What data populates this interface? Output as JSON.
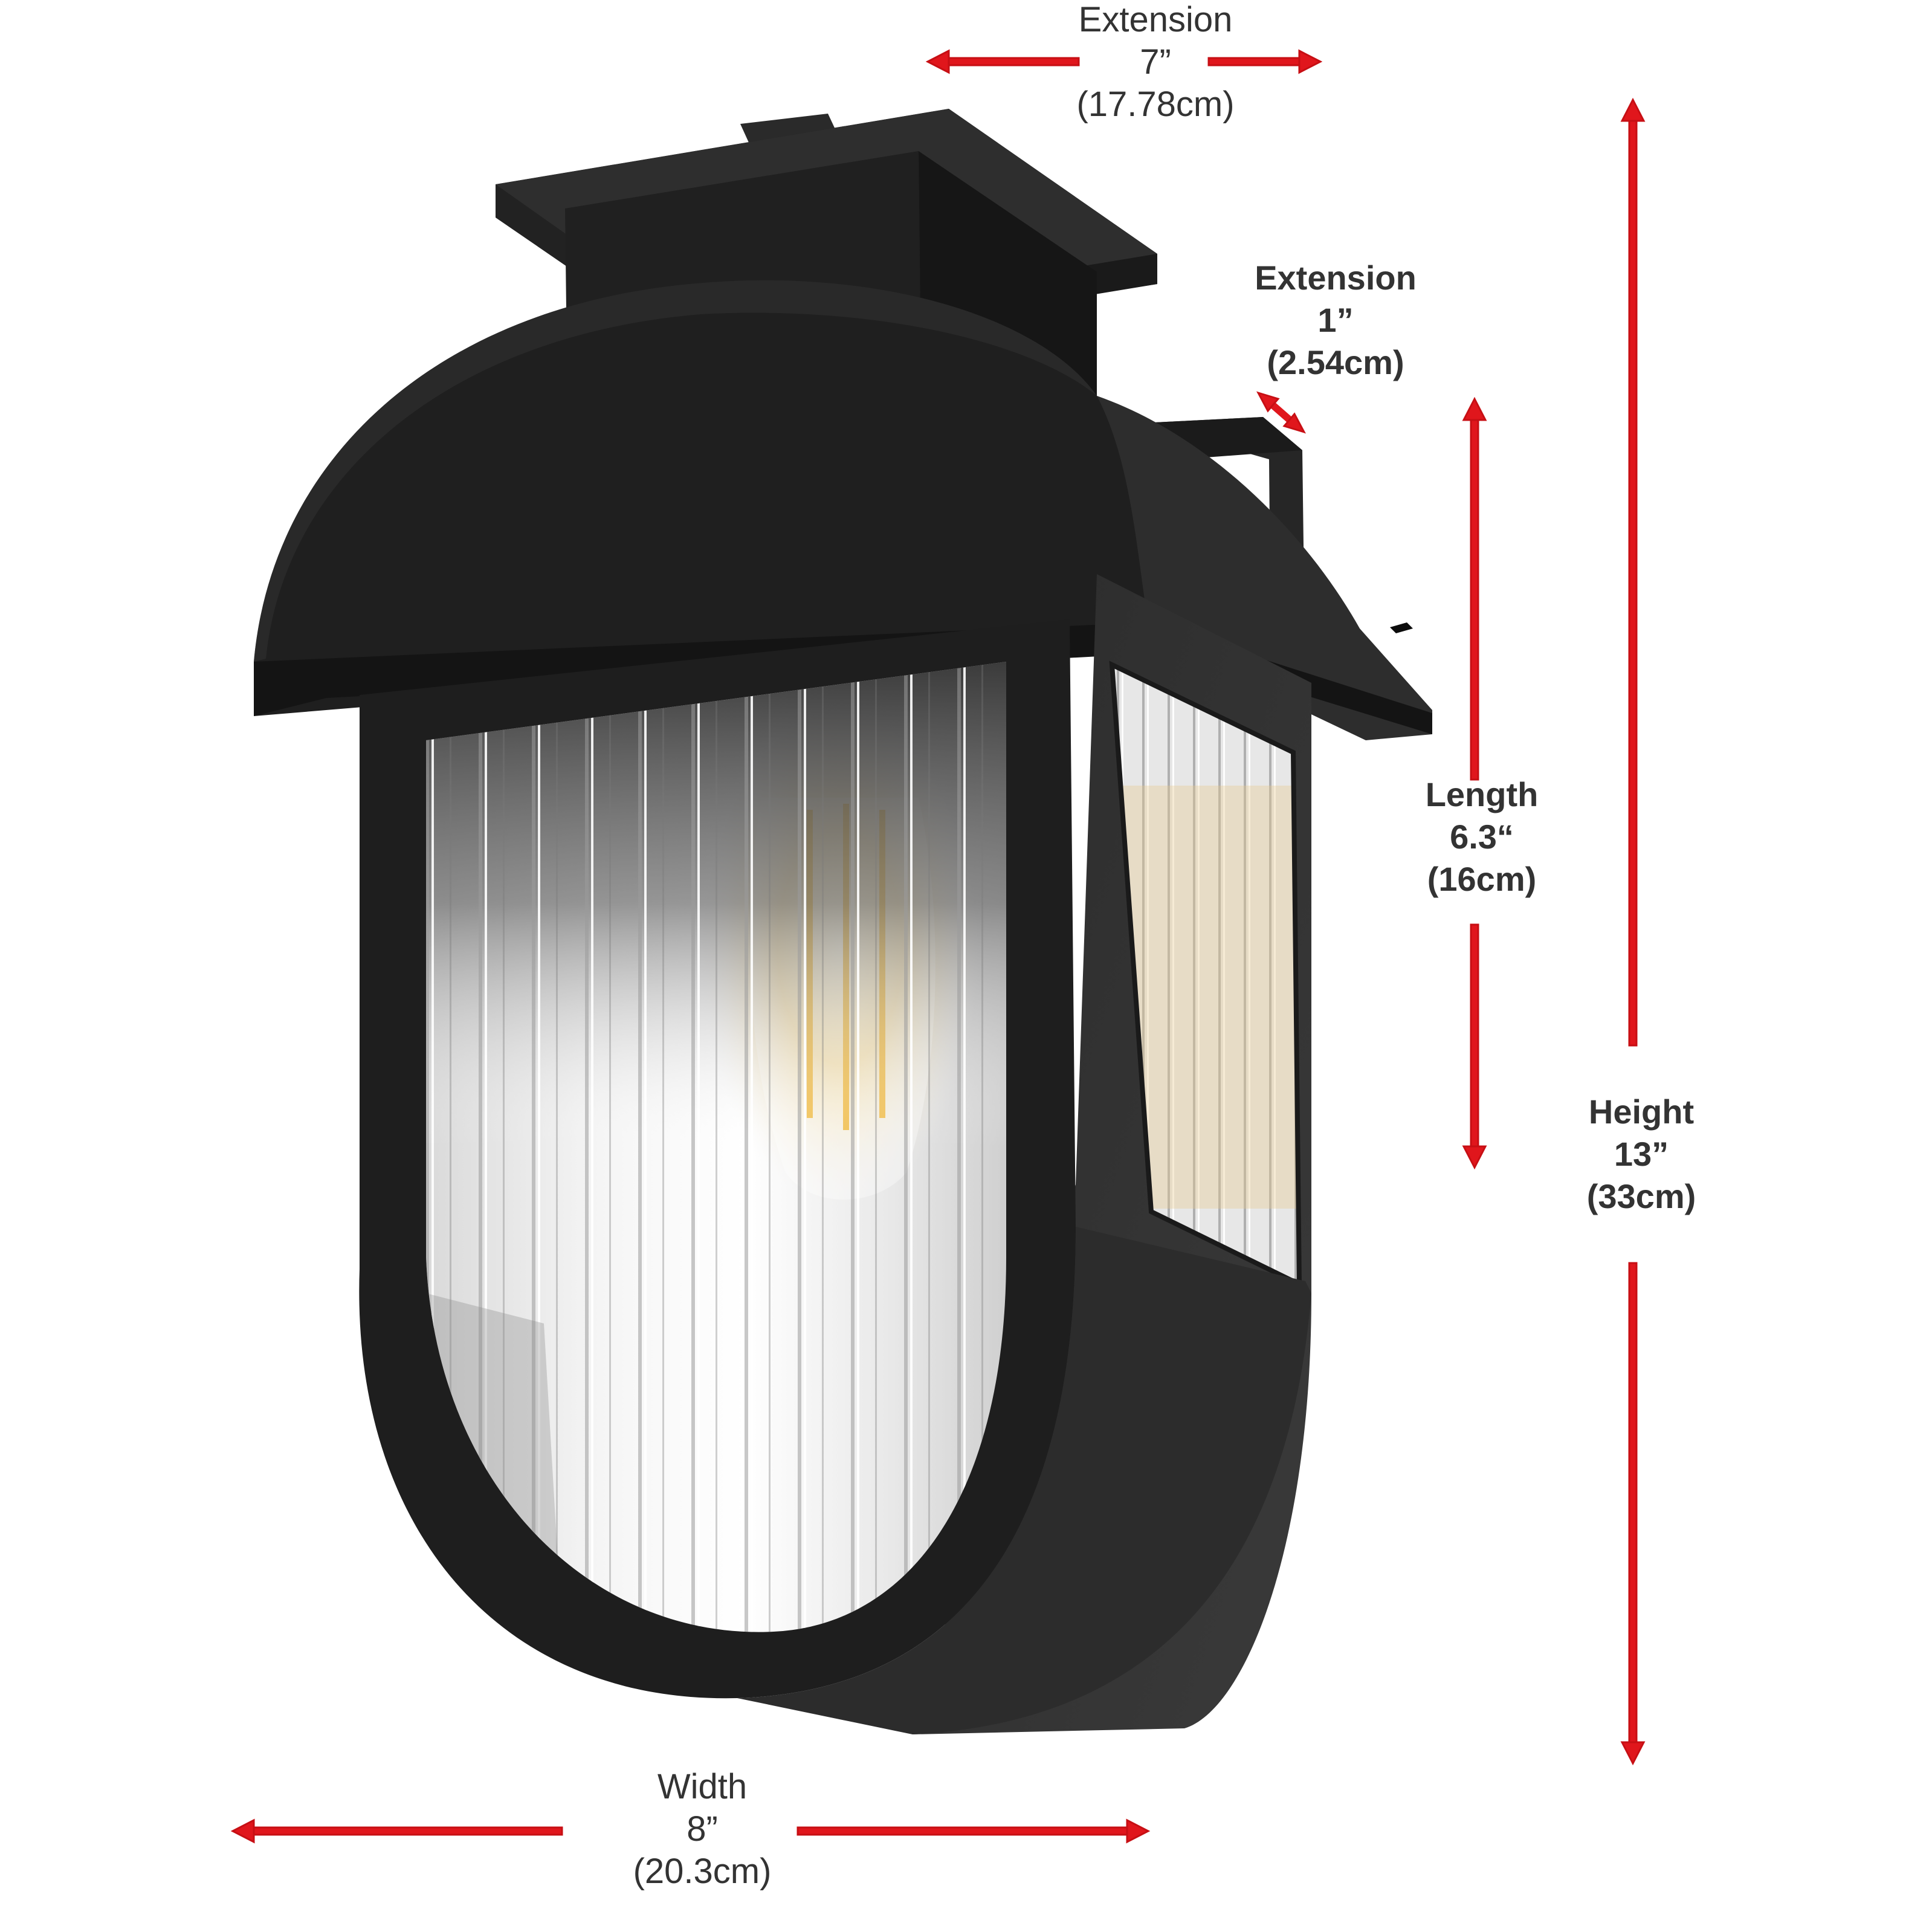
{
  "product": {
    "type": "outdoor wall lantern",
    "finish_color": "#1e1e1e",
    "glass": "clear ribbed glass",
    "bulb": "filament bulb"
  },
  "annotation_color": "#e0161c",
  "text_color": "#333333",
  "dimensions": {
    "extension_top": {
      "label": "Extension",
      "inches": "7”",
      "cm": "(17.78cm)"
    },
    "extension_side": {
      "label": "Extension",
      "inches": "1”",
      "cm": "(2.54cm)"
    },
    "length": {
      "label": "Length",
      "inches": "6.3“",
      "cm": "(16cm)"
    },
    "height": {
      "label": "Height",
      "inches": "13”",
      "cm": "(33cm)"
    },
    "width": {
      "label": "Width",
      "inches": "8”",
      "cm": "(20.3cm)"
    }
  }
}
